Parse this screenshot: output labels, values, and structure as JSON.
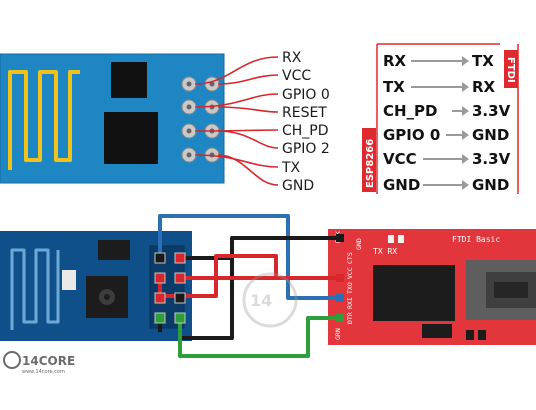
{
  "esp_pin_labels": [
    "RX",
    "VCC",
    "GPIO 0",
    "RESET",
    "CH_PD",
    "GPIO 2",
    "TX",
    "GND"
  ],
  "connection_table": {
    "rows": [
      {
        "esp": "RX",
        "ftdi": "TX"
      },
      {
        "esp": "TX",
        "ftdi": "RX"
      },
      {
        "esp": "CH_PD",
        "ftdi": "3.3V"
      },
      {
        "esp": "GPIO 0",
        "ftdi": "GND"
      },
      {
        "esp": "VCC",
        "ftdi": "3.3V"
      },
      {
        "esp": "GND",
        "ftdi": "GND"
      }
    ],
    "esp_tag": "ESP8266",
    "ftdi_tag": "FTDI"
  },
  "ftdi_board": {
    "title": "FTDI Basic",
    "led_labels": "TX RX",
    "header_top": [
      "GND",
      "CTS",
      "VCC",
      "TXO",
      "RXI",
      "DTR"
    ],
    "header_bottom_left": "GRN",
    "header_bottom_right": "BLK"
  },
  "watermark": {
    "logo": "14CORE",
    "site": "www.14core.com"
  },
  "colors": {
    "wire_red": "#d7262c",
    "wire_black": "#1a1a1a",
    "wire_blue": "#2c6fb5",
    "wire_green": "#2c9f3a",
    "esp_board": "#0f4f8a",
    "ftdi_board": "#e3363c",
    "table_accent": "#e0282f"
  }
}
